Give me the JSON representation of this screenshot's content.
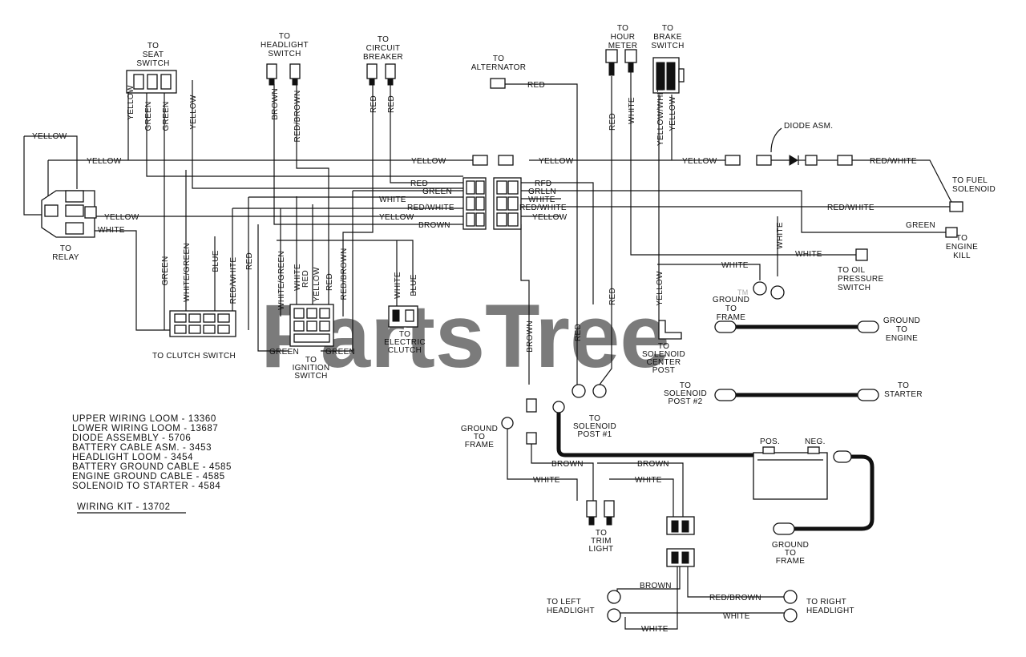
{
  "watermark": "PartsTree",
  "watermark_mark": "TM",
  "labels": {
    "to_seat_switch": [
      "TO",
      "SEAT",
      "SWITCH"
    ],
    "to_headlight_switch": [
      "TO",
      "HEADLIGHT",
      "SWITCH"
    ],
    "to_circuit_breaker": [
      "TO",
      "CIRCUIT",
      "BREAKER"
    ],
    "to_alternator": [
      "TO",
      "ALTERNATOR"
    ],
    "to_hour_meter": [
      "TO",
      "HOUR",
      "METER"
    ],
    "to_brake_switch": [
      "TO",
      "BRAKE",
      "SWITCH"
    ],
    "diode_asm": "DIODE ASM.",
    "to_fuel_solenoid": [
      "TO FUEL",
      "SOLENOID"
    ],
    "to_engine_kill": [
      "TO",
      "ENGINE",
      "KILL"
    ],
    "to_oil_pressure_switch": [
      "TO OIL",
      "PRESSURE",
      "SWITCH"
    ],
    "to_relay": [
      "TO",
      "RELAY"
    ],
    "ground_to_frame_1": [
      "GROUND",
      "TO",
      "FRAME"
    ],
    "ground_to_engine": [
      "GROUND",
      "TO",
      "ENGINE"
    ],
    "to_solenoid_center_post": [
      "TO",
      "SOLENOID",
      "CENTER",
      "POST"
    ],
    "to_solenoid_post_2": [
      "TO",
      "SOLENOID",
      "POST #2"
    ],
    "to_starter": [
      "TO",
      "STARTER"
    ],
    "to_clutch_switch": "TO CLUTCH SWITCH",
    "to_ignition_switch": [
      "TO",
      "IGNITION",
      "SWITCH"
    ],
    "to_electric_clutch": [
      "TO",
      "ELECTRIC",
      "CLUTCH"
    ],
    "to_solenoid_post_1": [
      "TO",
      "SOLENOID",
      "POST #1"
    ],
    "ground_to_frame_2": [
      "GROUND",
      "TO",
      "FRAME"
    ],
    "pos": "POS.",
    "neg": "NEG.",
    "ground_to_frame_3": [
      "GROUND",
      "TO",
      "FRAME"
    ],
    "to_trim_light": [
      "TO",
      "TRIM",
      "LIGHT"
    ],
    "to_left_headlight": [
      "TO LEFT",
      "HEADLIGHT"
    ],
    "to_right_headlight": [
      "TO RIGHT",
      "HEADLIGHT"
    ]
  },
  "wire_labels": {
    "yellow": "YELLOW",
    "green": "GREEN",
    "white": "WHITE",
    "red": "RED",
    "brown": "BROWN",
    "blue": "BLUE",
    "red_white": "RED/WHITE",
    "red_brown": "RED/BROWN",
    "white_green": "WHITE/GREEN",
    "yellow_white": "YELLOW/WHITE",
    "green_garbled": "GRLLN",
    "red_garbled": "RFD"
  },
  "parts_list": [
    "UPPER WIRING LOOM - 13360",
    "LOWER WIRING LOOM - 13687",
    "DIODE ASSEMBLY - 5706",
    "BATTERY CABLE ASM. - 3453",
    "HEADLIGHT LOOM - 3454",
    "BATTERY GROUND CABLE - 4585",
    "ENGINE GROUND CABLE - 4585",
    "SOLENOID TO STARTER - 4584"
  ],
  "wiring_kit": "WIRING KIT - 13702"
}
